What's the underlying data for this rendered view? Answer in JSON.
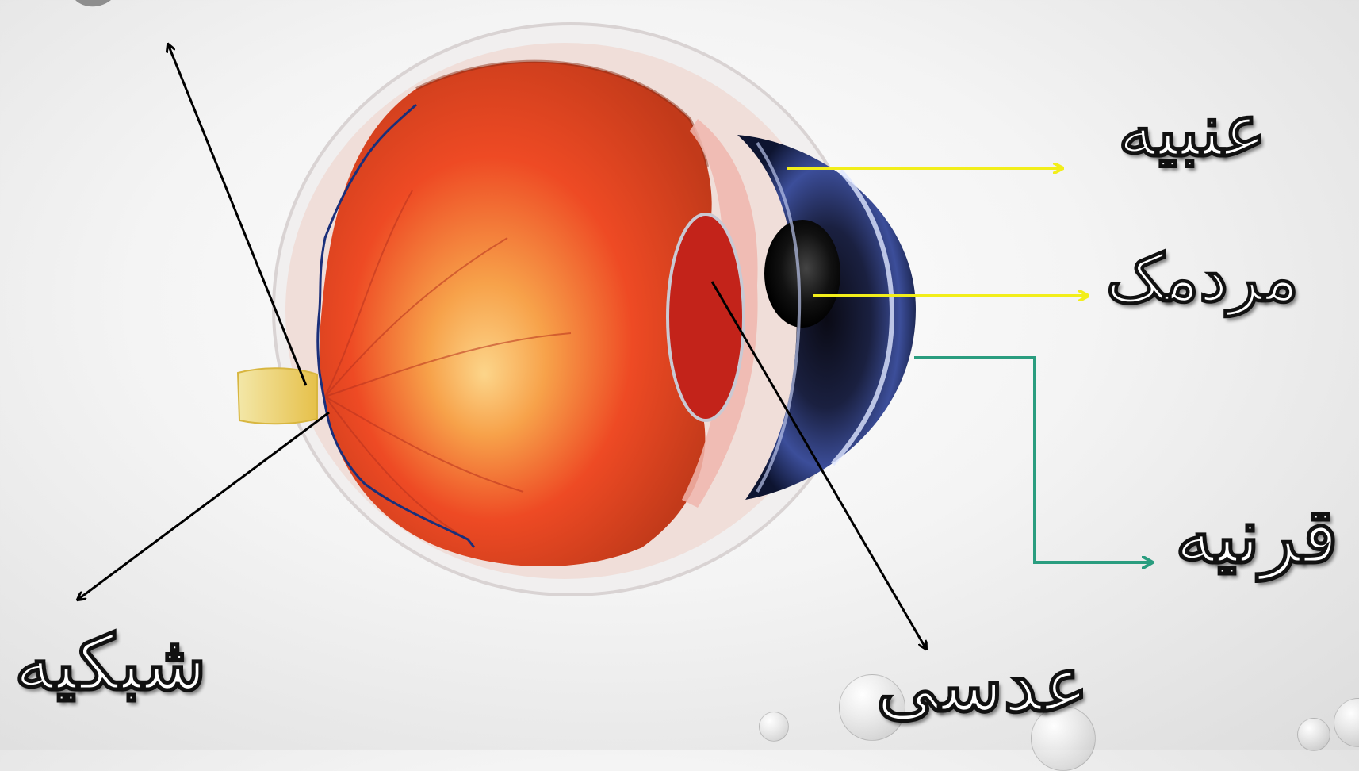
{
  "labels": {
    "iris": "عنبیه",
    "pupil": "مردمک",
    "cornea": "قرنیه",
    "lens": "عدسی",
    "retina": "شبکیه"
  },
  "colors": {
    "iris_pupil_arrows": "#f2ee1a",
    "cornea_arrow": "#2a9d7f",
    "black_arrows": "#000000",
    "retina_outline": "#1a2f7a"
  },
  "icons": [
    "eye-cross-section-illustration",
    "decorative-bubbles"
  ]
}
